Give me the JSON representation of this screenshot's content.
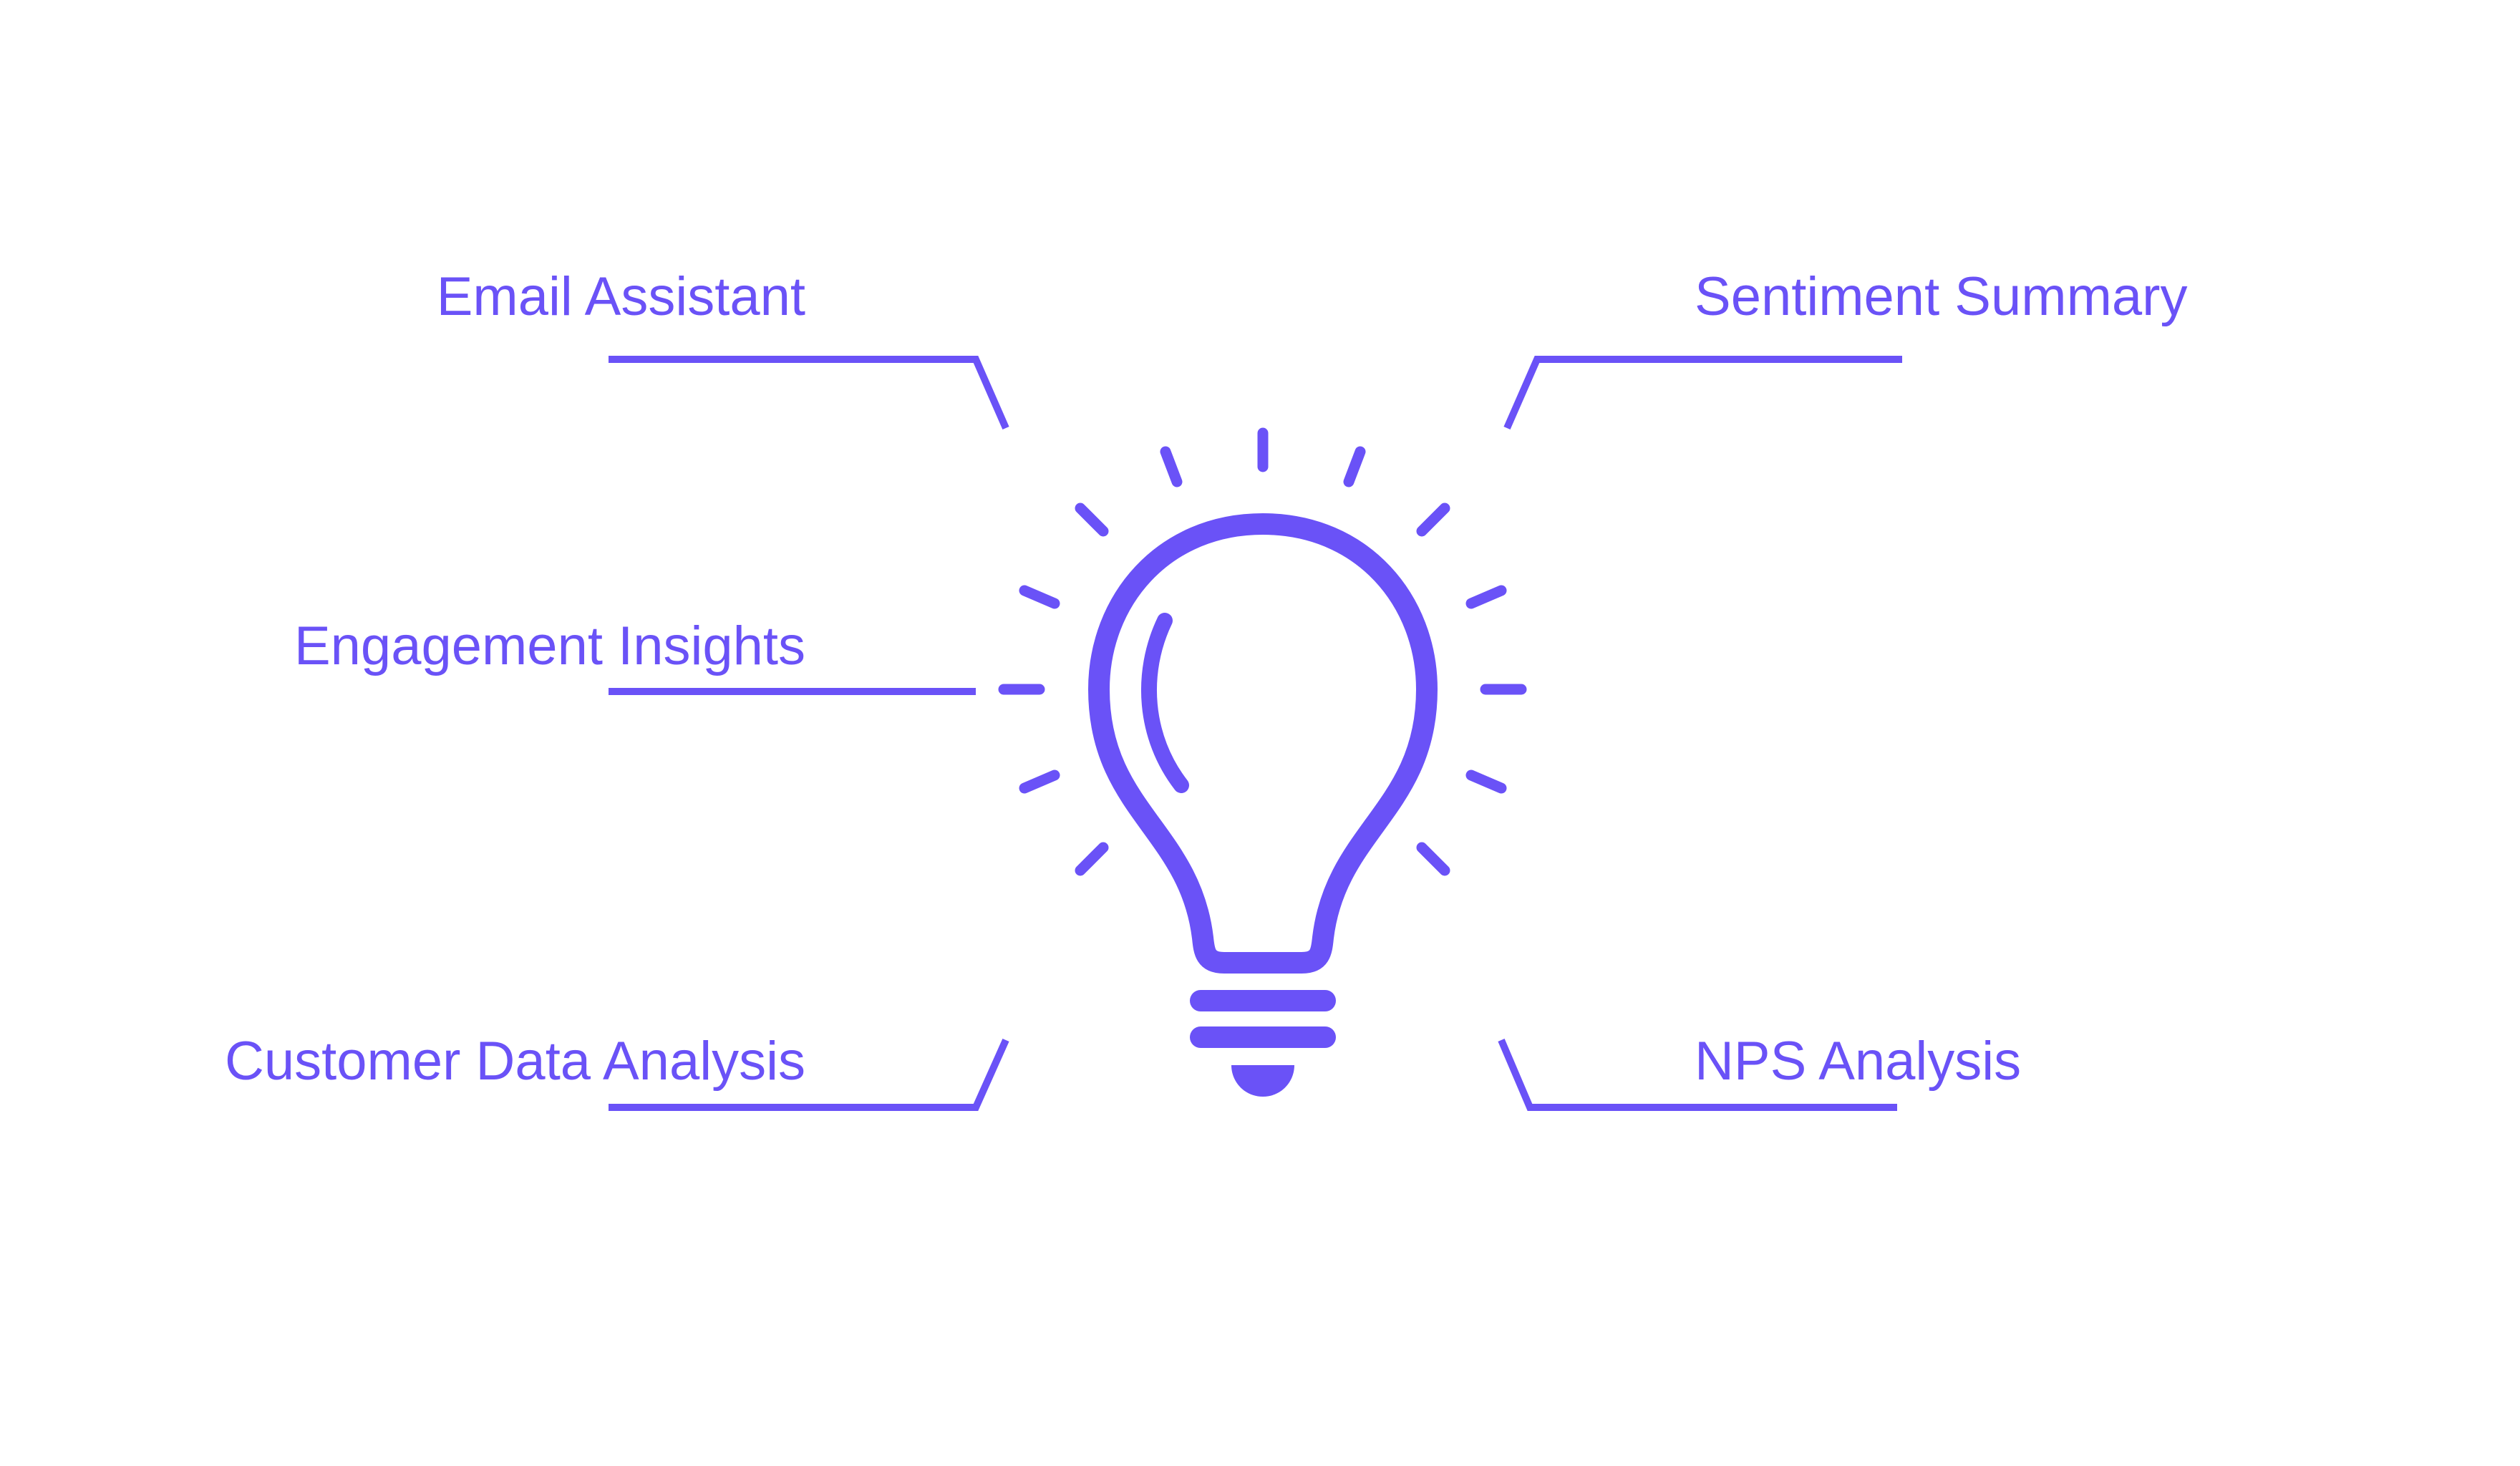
{
  "colors": {
    "accent": "#6a52f7",
    "background": "#ffffff"
  },
  "icon": "light-bulb-icon",
  "labels": {
    "email_assistant": "Email Assistant",
    "sentiment_summary": "Sentiment Summary",
    "engagement_insights": "Engagement Insights",
    "customer_data_analysis": "Customer Data Analysis",
    "nps_analysis": "NPS Analysis"
  }
}
